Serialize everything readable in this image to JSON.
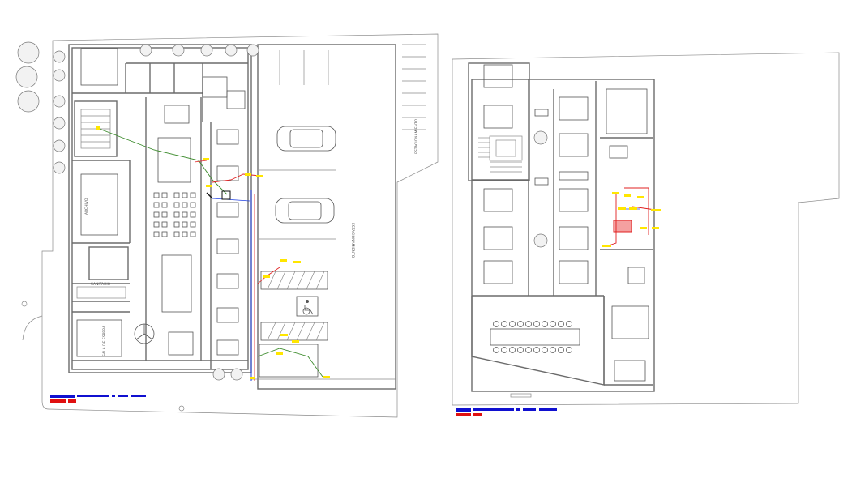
{
  "drawing": {
    "title": "",
    "left_plan_label": "",
    "right_plan_label": ""
  },
  "labels": {
    "parking": "ESTACIONAMIENTO",
    "parking_side": "ESTACIONAMIENTO",
    "archive": "ARCHIVO",
    "sanitary": "SANITARIO",
    "waiting": "SALA DE ESPERA"
  },
  "colors": {
    "wall": "#6b6b6b",
    "cable_red": "#e02020",
    "cable_blue": "#2040e0",
    "cable_green": "#3a8a2a",
    "tag_yellow": "#ffe600",
    "title_blue": "#1010d0",
    "title_red": "#e01010"
  },
  "icons": [
    "tree-icon",
    "car-icon",
    "accessible-parking-icon",
    "brand-logo-icon",
    "stair-icon"
  ]
}
